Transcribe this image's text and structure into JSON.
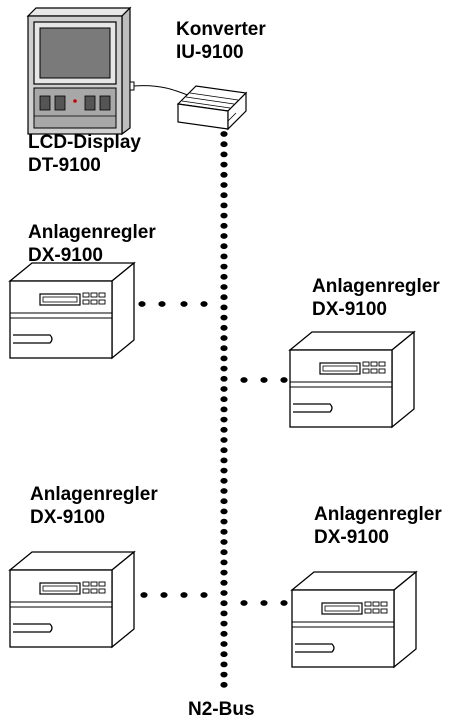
{
  "converter": {
    "line1": "Konverter",
    "line2": "IU-9100"
  },
  "display": {
    "line1": "LCD-Display",
    "line2": "DT-9100"
  },
  "controllers": [
    {
      "line1": "Anlagenregler",
      "line2": "DX-9100"
    },
    {
      "line1": "Anlagenregler",
      "line2": "DX-9100"
    },
    {
      "line1": "Anlagenregler",
      "line2": "DX-9100"
    },
    {
      "line1": "Anlagenregler",
      "line2": "DX-9100"
    }
  ],
  "bus": {
    "label": "N2-Bus"
  },
  "colors": {
    "ink": "#000000",
    "device_fill": "#ffffff",
    "display_frame": "#cfcfcf",
    "display_screen": "#7a7a7a",
    "display_panel": "#a8a8a8"
  }
}
